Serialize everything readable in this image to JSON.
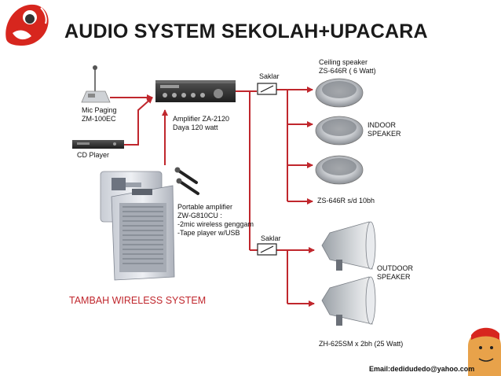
{
  "title": "AUDIO SYSTEM SEKOLAH+UPACARA",
  "devices": {
    "mic_paging": [
      "Mic Paging",
      "ZM-100EC"
    ],
    "cd_player": "CD Player",
    "amplifier": [
      "Amplifier ZA-2120",
      "Daya 120 watt"
    ],
    "portable_amplifier": [
      "Portable amplifier",
      "ZW-G810CU :",
      "-2mic wireless genggam",
      "-Tape player w/USB"
    ],
    "saklar_top": "Saklar",
    "saklar_bottom": "Saklar",
    "ceiling_speaker": [
      "Ceiling speaker",
      "ZS-646R  ( 6 Watt)"
    ],
    "indoor_speaker": [
      "INDOOR",
      "SPEAKER"
    ],
    "ceiling_speaker_count": "ZS-646R s/d  10bh",
    "outdoor_speaker": [
      "OUTDOOR",
      "SPEAKER"
    ],
    "horn_speaker_count": "ZH-625SM x 2bh   (25 Watt)"
  },
  "tambah_wireless": "TAMBAH WIRELESS SYSTEM",
  "email": "Email:dedidudedo@yahoo.com",
  "colors": {
    "arrow": "#c0272d",
    "wireless_text": "#c0272d",
    "title": "#1a1a1a",
    "logo_red": "#d7261e"
  },
  "icons": [
    "logo-emblem-icon",
    "microphone-icon",
    "cd-player-icon",
    "amplifier-icon",
    "portable-amplifier-icon",
    "wireless-microphone-icon",
    "switch-icon",
    "ceiling-speaker-icon",
    "horn-speaker-icon",
    "face-illustration-icon"
  ]
}
